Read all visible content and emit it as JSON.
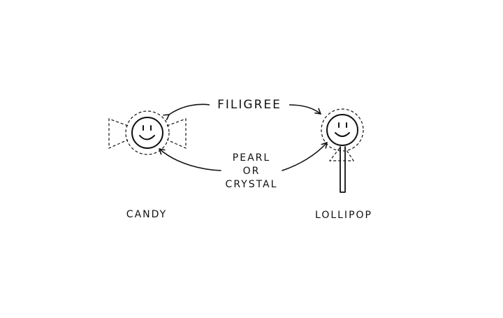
{
  "labels": {
    "filigree": "FILIGREE",
    "pearl_or_crystal": [
      "PEARL",
      "OR",
      "CRYSTAL"
    ],
    "candy": "CANDY",
    "lollipop": "LOLLIPOP"
  },
  "colors": {
    "ink": "#111111",
    "background": "#ffffff"
  }
}
